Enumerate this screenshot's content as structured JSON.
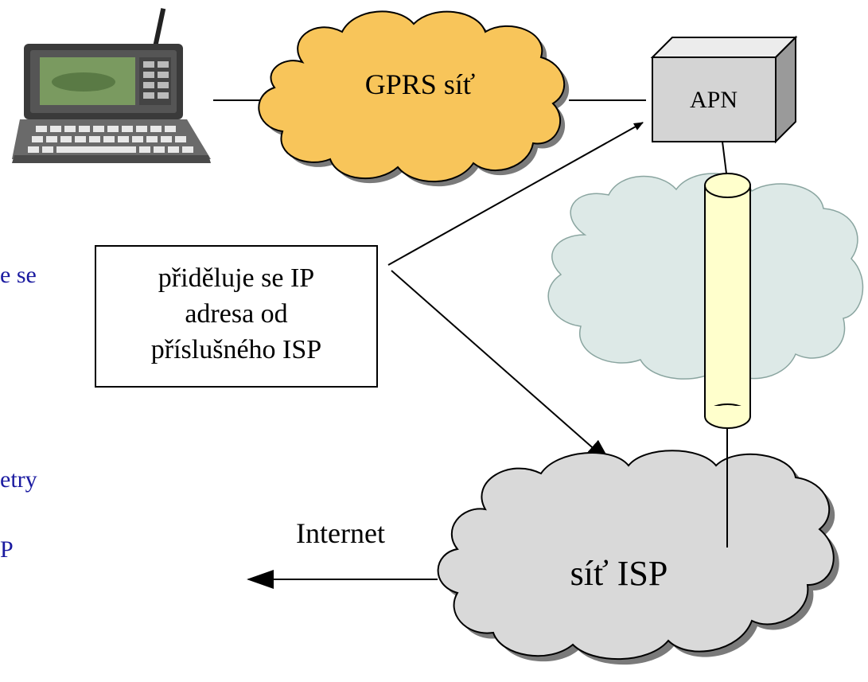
{
  "labels": {
    "gprs_network": "GPRS síť",
    "apn": "APN",
    "isp_network": "síť ISP",
    "internet": "Internet"
  },
  "callout": {
    "line1": "přiděluje se IP",
    "line2": "adresa od",
    "line3": "příslušného ISP"
  },
  "left_fragments": {
    "frag1": "e se",
    "frag2": "etry",
    "frag3": "P"
  },
  "icons": {
    "device": "communicator-phone-icon",
    "apn_box": "server-box-icon",
    "tunnel": "tunnel-cylinder-icon"
  },
  "colors": {
    "gprs_cloud": "#f8c55a",
    "gprs_cloud_shadow": "#7a7a7a",
    "isp_cloud": "#d9d9d9",
    "tunnel": "#ffffcc",
    "background_cloud": "#dde9e7",
    "fragment_text": "#1a1aa0"
  }
}
